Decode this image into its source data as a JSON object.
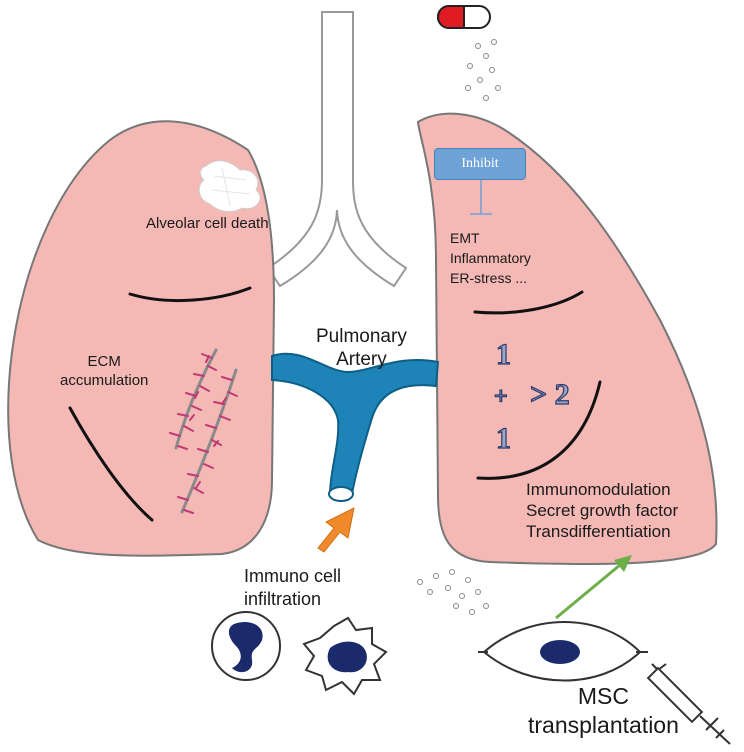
{
  "labels": {
    "alveolar_cell_death": "Alveolar cell death",
    "ecm_line1": "ECM",
    "ecm_line2": "accumulation",
    "pulmonary_line1": "Pulmonary",
    "pulmonary_line2": "Artery",
    "inhibit": "Inhibit",
    "effects": [
      "EMT",
      "Inflammatory",
      "ER-stress ..."
    ],
    "benefits": [
      "Immunomodulation",
      "Secret growth factor",
      "Transdifferentiation"
    ],
    "immuno_line1": "Immuno cell",
    "immuno_line2": "infiltration",
    "msc_line1": "MSC",
    "msc_line2": "transplantation",
    "synergy": [
      "1",
      "+",
      "> 2",
      "1"
    ]
  },
  "colors": {
    "lung_fill": "#f4b9b5",
    "artery": "#1e84b8",
    "arrow_orange": "#f08a2c",
    "arrow_green": "#6cae4a",
    "inhibit_box": "#6fa3d8",
    "nucleus": "#1b2a6b",
    "capsule_red": "#e01b24",
    "ecm_fibers": "#c03a74"
  },
  "icons": [
    "pill-capsule-icon",
    "syringe-icon",
    "neutrophil-cell-icon",
    "macrophage-cell-icon",
    "msc-cell-icon",
    "trachea-icon",
    "pulmonary-artery-icon"
  ]
}
